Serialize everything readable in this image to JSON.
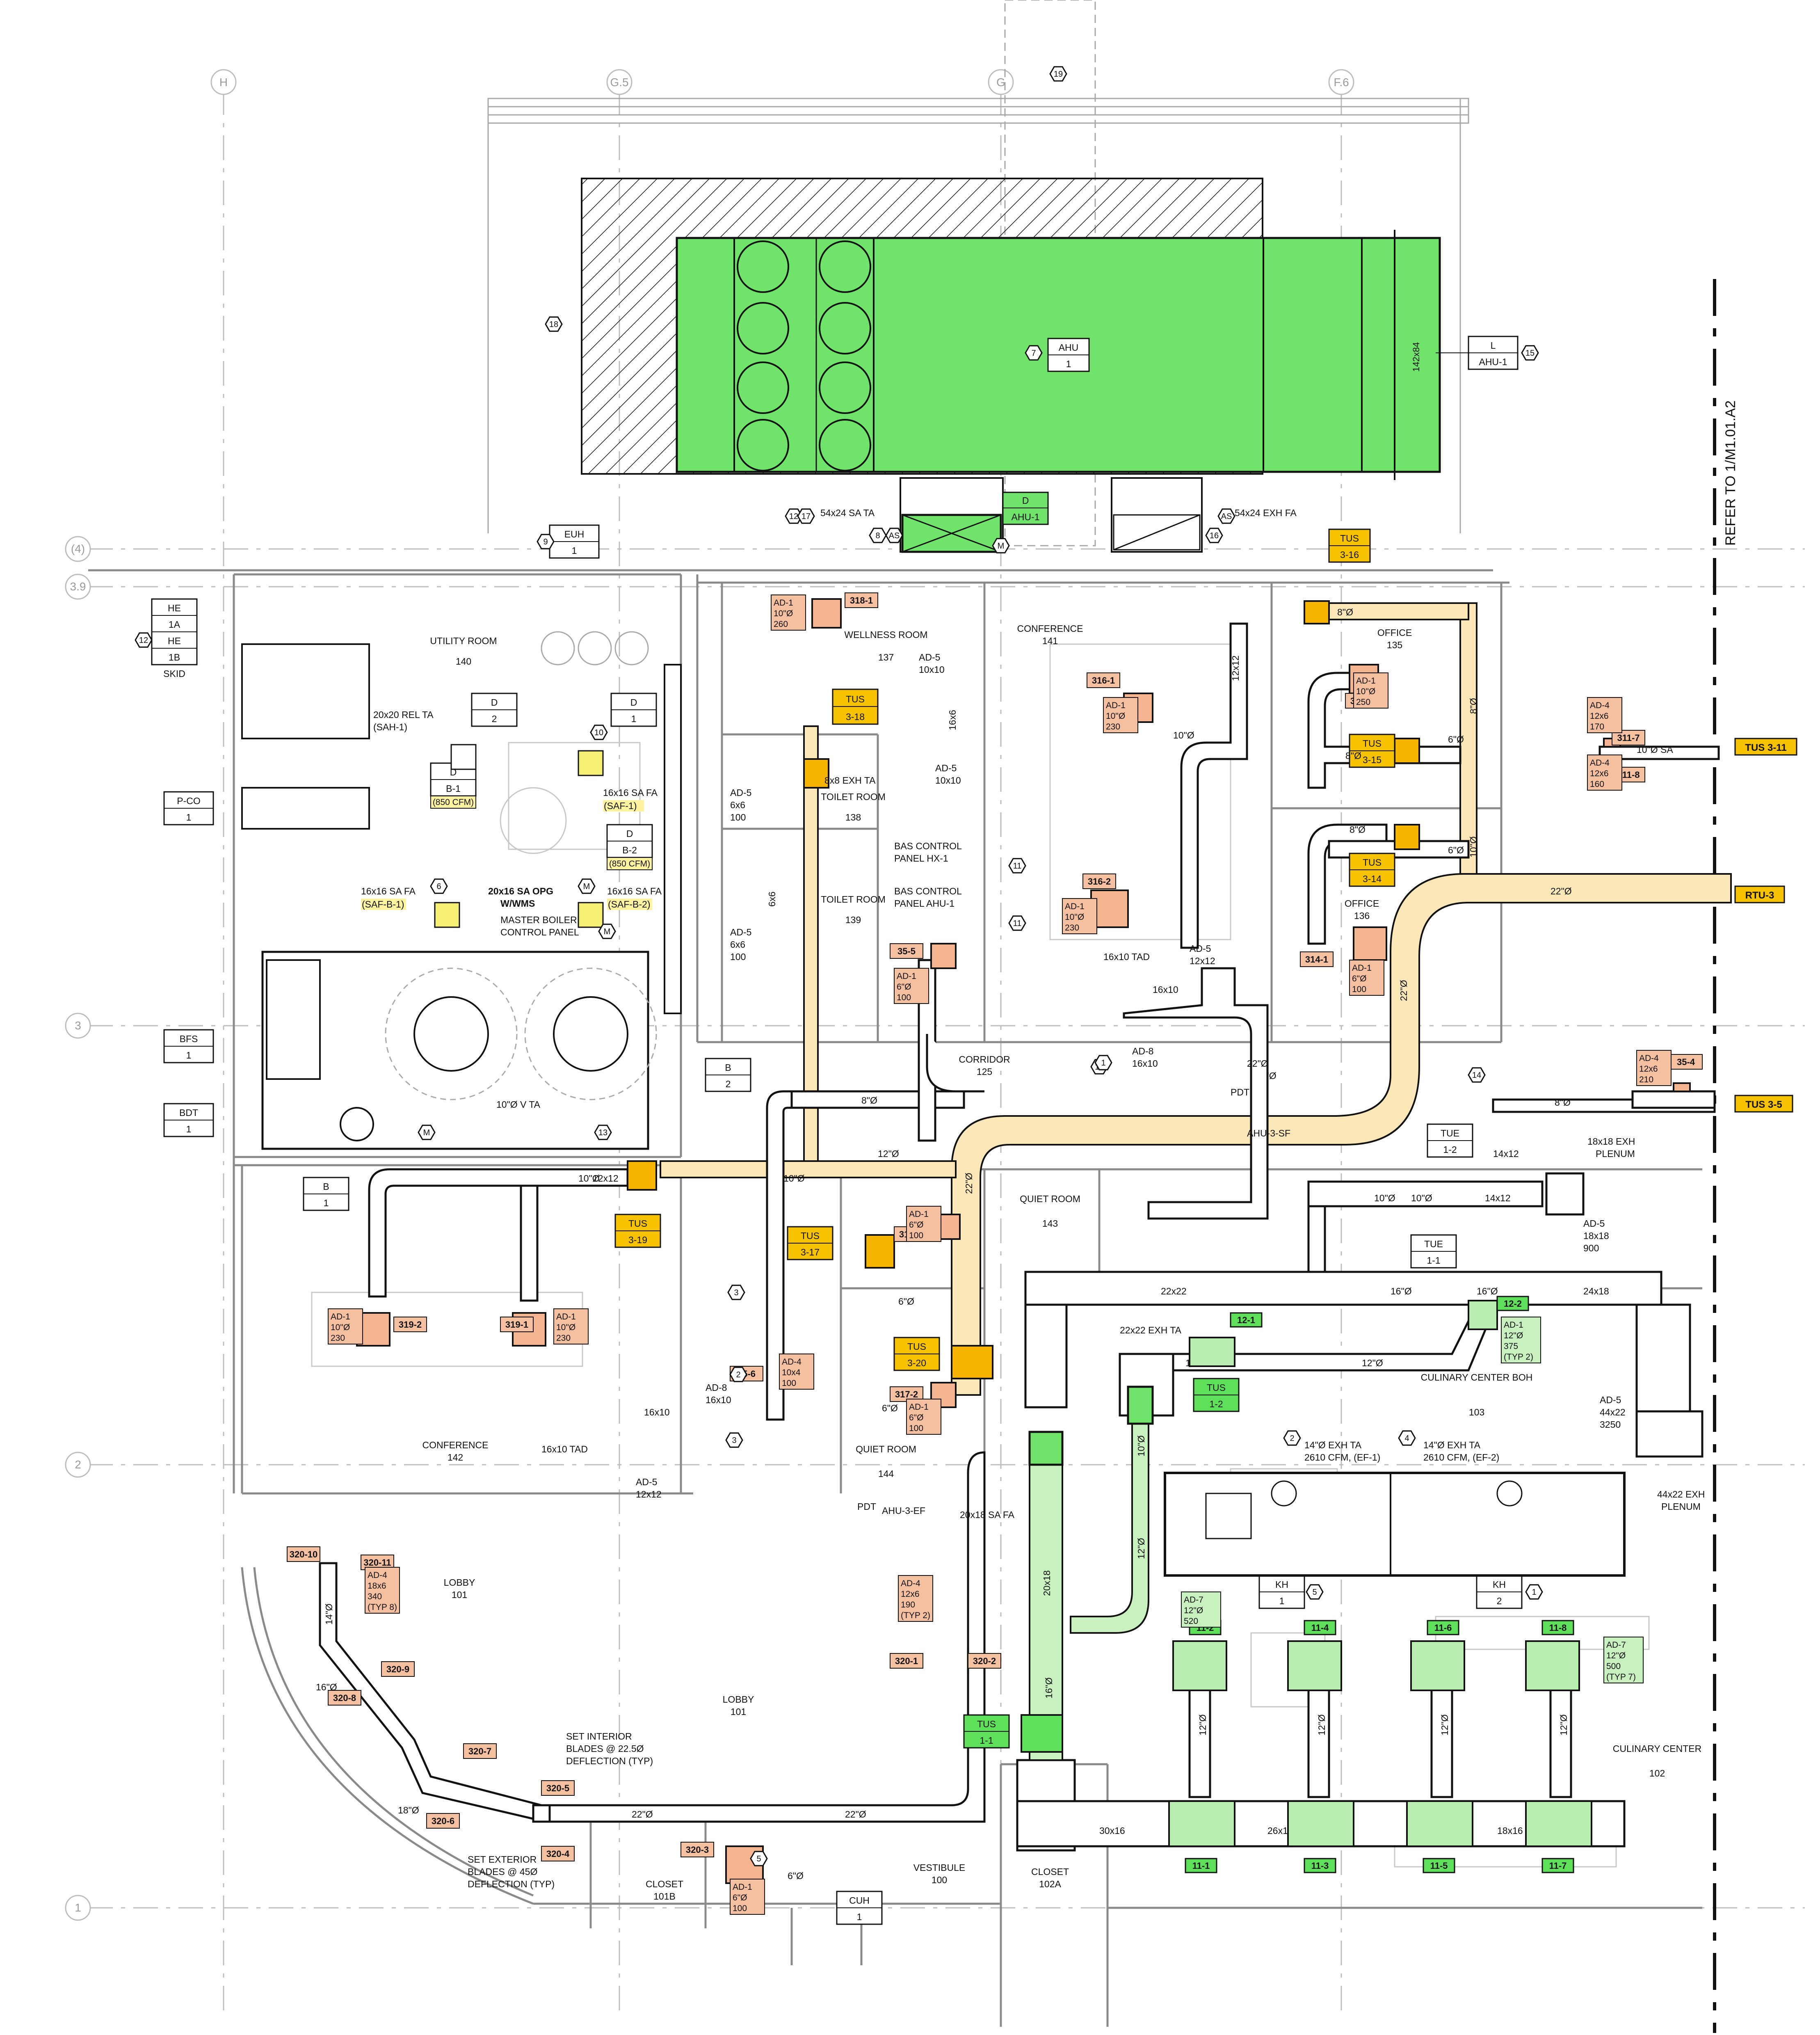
{
  "grid": {
    "columns": [
      "H",
      "G.5",
      "G",
      "F.6"
    ],
    "rows": [
      "(4)",
      "3.9",
      "3",
      "2",
      "1"
    ]
  },
  "reference_note": "REFER TO 1/M1.01.A2",
  "rooms": [
    {
      "name": "UTILITY ROOM",
      "number": "140"
    },
    {
      "name": "WELLNESS ROOM",
      "number": "137"
    },
    {
      "name": "CONFERENCE",
      "number": "141"
    },
    {
      "name": "OFFICE",
      "number": "135"
    },
    {
      "name": "OFFICE",
      "number": "136"
    },
    {
      "name": "TOILET ROOM",
      "number": "138"
    },
    {
      "name": "TOILET ROOM",
      "number": "139"
    },
    {
      "name": "CORRIDOR",
      "number": "125"
    },
    {
      "name": "QUIET ROOM",
      "number": "143"
    },
    {
      "name": "QUIET ROOM",
      "number": "144"
    },
    {
      "name": "CONFERENCE",
      "number": "142"
    },
    {
      "name": "LOBBY",
      "number": "101"
    },
    {
      "name": "LOBBY",
      "number": "101"
    },
    {
      "name": "CLOSET",
      "number": "101B"
    },
    {
      "name": "VESTIBULE",
      "number": "100"
    },
    {
      "name": "CLOSET",
      "number": "102A"
    },
    {
      "name": "CULINARY CENTER BOH",
      "number": "103"
    },
    {
      "name": "CULINARY CENTER",
      "number": "102"
    }
  ],
  "equipment_tags": [
    {
      "top": "AHU",
      "bottom": "1"
    },
    {
      "top": "L",
      "bottom": "AHU-1"
    },
    {
      "top": "D",
      "bottom": "AHU-1"
    },
    {
      "top": "TUS",
      "bottom": "3-16"
    },
    {
      "top": "EUH",
      "bottom": "1"
    },
    {
      "top": "D",
      "bottom": "2"
    },
    {
      "top": "D",
      "bottom": "1"
    },
    {
      "top": "D",
      "bottom": "B-1"
    },
    {
      "top": "D",
      "bottom": "B-2"
    },
    {
      "top": "P-CO",
      "bottom": "1"
    },
    {
      "top": "BFS",
      "bottom": "1"
    },
    {
      "top": "BDT",
      "bottom": "1"
    },
    {
      "top": "B",
      "bottom": "2"
    },
    {
      "top": "B",
      "bottom": "1"
    },
    {
      "top": "TUE",
      "bottom": "1-2"
    },
    {
      "top": "TUE",
      "bottom": "1-1"
    },
    {
      "top": "KH",
      "bottom": "1"
    },
    {
      "top": "KH",
      "bottom": "2"
    },
    {
      "top": "CUH",
      "bottom": "1"
    }
  ],
  "skid_tag": {
    "lines": [
      "HE",
      "1A",
      "HE",
      "1B"
    ],
    "label": "SKID"
  },
  "tus_labels": [
    {
      "label": "TUS",
      "num": "3-18"
    },
    {
      "label": "TUS",
      "num": "3-15"
    },
    {
      "label": "TUS",
      "num": "3-14"
    },
    {
      "label": "TUS",
      "num": "3-19"
    },
    {
      "label": "TUS",
      "num": "3-17"
    },
    {
      "label": "TUS",
      "num": "3-20"
    }
  ],
  "green_tus": [
    {
      "label": "TUS",
      "num": "1-2"
    },
    {
      "label": "TUS",
      "num": "1-1"
    }
  ],
  "side_tags": {
    "tus_3_11": "TUS 3-11",
    "rtu_3": "RTU-3",
    "tus_3_5": "TUS 3-5"
  },
  "diffuser_ids": [
    "318-1",
    "316-1",
    "315-1",
    "316-2",
    "314-1",
    "35-5",
    "317-1",
    "317-2",
    "319-1",
    "319-2",
    "35-6",
    "320-3",
    "311-7",
    "311-8",
    "35-4",
    "320-10",
    "320-11",
    "320-9",
    "320-8",
    "320-7",
    "320-6",
    "320-5",
    "320-4",
    "320-1",
    "320-2"
  ],
  "green_ids": [
    "12-1",
    "12-2",
    "11-2",
    "11-4",
    "11-6",
    "11-8",
    "11-1",
    "11-3",
    "11-5",
    "11-7"
  ],
  "diffuser_notes": [
    {
      "lines": [
        "AD-1",
        "10\"Ø",
        "260"
      ]
    },
    {
      "lines": [
        "AD-1",
        "10\"Ø",
        "230"
      ]
    },
    {
      "lines": [
        "AD-1",
        "10\"Ø",
        "250"
      ]
    },
    {
      "lines": [
        "AD-1",
        "10\"Ø",
        "230"
      ]
    },
    {
      "lines": [
        "AD-1",
        "6\"Ø",
        "100"
      ]
    },
    {
      "lines": [
        "AD-1",
        "6\"Ø",
        "100"
      ]
    },
    {
      "lines": [
        "AD-1",
        "6\"Ø",
        "100"
      ]
    },
    {
      "lines": [
        "AD-1",
        "6\"Ø",
        "100"
      ]
    },
    {
      "lines": [
        "AD-1",
        "10\"Ø",
        "230"
      ]
    },
    {
      "lines": [
        "AD-1",
        "10\"Ø",
        "230"
      ]
    },
    {
      "lines": [
        "AD-4",
        "10x4",
        "100"
      ]
    },
    {
      "lines": [
        "AD-1",
        "6\"Ø",
        "100"
      ]
    },
    {
      "lines": [
        "AD-4",
        "12x6",
        "170"
      ]
    },
    {
      "lines": [
        "AD-4",
        "12x6",
        "160"
      ]
    },
    {
      "lines": [
        "AD-4",
        "12x6",
        "210"
      ]
    },
    {
      "lines": [
        "AD-4",
        "18x6",
        "340",
        "(TYP 8)"
      ]
    },
    {
      "lines": [
        "AD-4",
        "12x6",
        "190",
        "(TYP 2)"
      ]
    }
  ],
  "green_notes": [
    {
      "lines": [
        "AD-1",
        "12\"Ø",
        "375",
        "(TYP 2)"
      ]
    },
    {
      "lines": [
        "AD-7",
        "12\"Ø",
        "520"
      ]
    },
    {
      "lines": [
        "AD-7",
        "12\"Ø",
        "500",
        "(TYP 7)"
      ]
    }
  ],
  "annotations": {
    "sa_ta": "54x24 SA TA",
    "exh_fa": "54x24 EXH FA",
    "duct_142x84": "142x84",
    "rel_ta": "20x20 REL TA",
    "sah1": "(SAH-1)",
    "sa_fa_saf1": "16x16 SA FA",
    "saf1": "(SAF-1)",
    "cfm850a": "(850 CFM)",
    "cfm850b": "(850 CFM)",
    "sa_fa_safb1": "16x16 SA FA",
    "safb1": "(SAF-B-1)",
    "sa_opg": "20x16 SA OPG",
    "wwms": "W/WMS",
    "sa_fa_safb2": "16x16 SA FA",
    "safb2": "(SAF-B-2)",
    "master_boiler": "MASTER BOILER",
    "control_panel": "CONTROL PANEL",
    "v_ta": "10\"Ø V TA",
    "ad5_a": "AD-5",
    "ad5_a2": "10x10",
    "ad5_b": "AD-5",
    "ad5_b2": "10x10",
    "d16x6": "16x6",
    "ad5_c": "AD-5",
    "ad5_c2": "6x6",
    "ad5_c3": "100",
    "exh_8x8": "8x8 EXH TA",
    "ad5_d": "AD-5",
    "ad5_d2": "6x6",
    "ad5_d3": "100",
    "d6x6": "6x6",
    "bas1": "BAS CONTROL",
    "bas1b": "PANEL HX-1",
    "bas2": "BAS CONTROL",
    "bas2b": "PANEL AHU-1",
    "tad16x10": "16x10 TAD",
    "ad5_e": "AD-5",
    "ad5_e2": "12x12",
    "d16x10": "16x10",
    "ad8": "AD-8",
    "ad8b": "16x10",
    "d22a": "22\"Ø",
    "d22b": "22\"Ø",
    "d22c": "22\"Ø",
    "d8a": "8\"Ø",
    "d8b": "8\"Ø",
    "d8c": "8\"Ø",
    "d8d": "8\"Ø",
    "d8e": "8\"Ø",
    "d8f": "8\"Ø",
    "d10a": "10\"Ø",
    "d10b": "10\"Ø",
    "d10c": "10\"Ø",
    "d10d": "10\"Ø",
    "d10e": "10\"Ø",
    "d10f": "10\"Ø",
    "d6a": "6\"Ø",
    "d6b": "6\"Ø",
    "d6c": "6\"Ø",
    "d6d": "6\"Ø",
    "d12a": "12\"Ø",
    "d12x12": "12x12",
    "d12x12b": "12x12",
    "d14x12": "14x12",
    "d10sa": "10\"Ø SA",
    "pdt": "PDT",
    "ahu3sf": "AHU-3-SF",
    "pdt2": "PDT",
    "ahu3ef": "AHU-3-EF",
    "plenum18": "18x18 EXH",
    "plenum18b": "PLENUM",
    "ad5_f": "AD-5",
    "ad5_f2": "18x18",
    "ad5_f3": "900",
    "d22x22": "22x22",
    "d16a": "16\"Ø",
    "d16b": "16\"Ø",
    "d24x18": "24x18",
    "exh22": "22x22 EXH TA",
    "d16x10b": "16x10",
    "d12b": "12\"Ø",
    "exh14a": "14\"Ø EXH TA",
    "exh14a2": "2610 CFM, (EF-1)",
    "exh14b": "14\"Ø EXH TA",
    "exh14b2": "2610 CFM, (EF-2)",
    "ad5_g": "AD-5",
    "ad5_g2": "44x22",
    "ad5_g3": "3250",
    "plenum44": "44x22 EXH",
    "plenum44b": "PLENUM",
    "d20x18": "20x18",
    "sa20x18": "20x18 SA FA",
    "d10g": "10\"Ø",
    "d12c": "12\"Ø",
    "d16c": "16\"Ø",
    "ad8b_lbl": "AD-8",
    "ad8b_lbl2": "16x10",
    "d16x10c": "16x10",
    "tad16x10b": "16x10 TAD",
    "ad5_h": "AD-5",
    "ad5_h2": "12x12",
    "d14": "14\"Ø",
    "d16d": "16\"Ø",
    "d18": "18\"Ø",
    "d22d": "22\"Ø",
    "d22e": "22\"Ø",
    "d22f": "22\"Ø",
    "d6e": "6\"Ø",
    "d30x16": "30x16",
    "d26x16": "26x16",
    "d18x16": "18x16",
    "d12d": "12\"Ø",
    "d12e": "12\"Ø",
    "d12f": "12\"Ø",
    "d12g": "12\"Ø",
    "set_int": "SET INTERIOR",
    "set_int2": "BLADES @ 22.5Ø",
    "set_int3": "DEFLECTION (TYP)",
    "set_ext": "SET EXTERIOR",
    "set_ext2": "BLADES @ 45Ø",
    "set_ext3": "DEFLECTION (TYP)"
  },
  "keynotes": [
    "19",
    "18",
    "7",
    "15",
    "12",
    "17",
    "8",
    "AS",
    "M",
    "16",
    "AS",
    "9",
    "12",
    "10",
    "6",
    "M",
    "M",
    "M",
    "13",
    "11",
    "11",
    "14",
    "14",
    "2",
    "3",
    "3",
    "2",
    "4",
    "5",
    "5",
    "1",
    "1"
  ],
  "colors": {
    "green": "#6fe36a",
    "yellow_duct": "#fbe7b7",
    "tus": "#f5b400",
    "orange_diffuser": "#f3b48f",
    "orange_tag": "#f5c0a0",
    "light_green": "#c9f1c0"
  }
}
